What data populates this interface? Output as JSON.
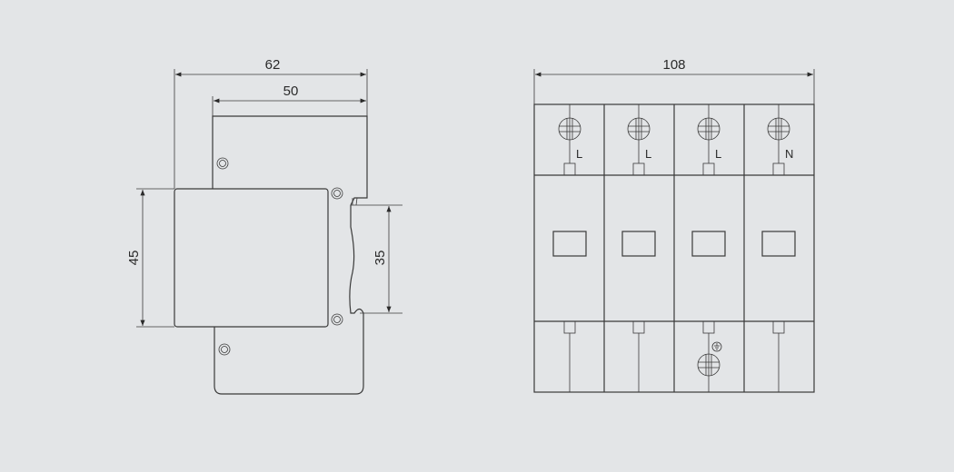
{
  "side_view": {
    "dim_overall_depth": "62",
    "dim_body_depth": "50",
    "dim_front_height": "45",
    "dim_rail_height": "35"
  },
  "front_view": {
    "dim_width": "108",
    "poles": [
      {
        "label": "L"
      },
      {
        "label": "L"
      },
      {
        "label": "L"
      },
      {
        "label": "N"
      }
    ]
  },
  "colors": {
    "background": "#e3e5e7",
    "line": "#3a3a3a"
  }
}
